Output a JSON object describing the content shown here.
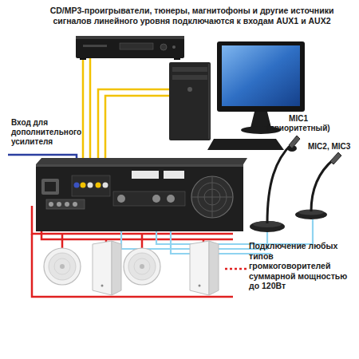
{
  "diagram": {
    "labels": [
      "CD/MP3-проигрыватели, тюнеры, магнитофоны и другие источники сигналов линейного уровня подключаются к входам AUX1 и AUX2",
      "Вход для дополнительного усилителя",
      "MIC1 (приоритетный)",
      "MIC2, MIC3",
      "Подключение любых типов громкоговорителей суммарной мощностью до 120Вт"
    ]
  }
}
